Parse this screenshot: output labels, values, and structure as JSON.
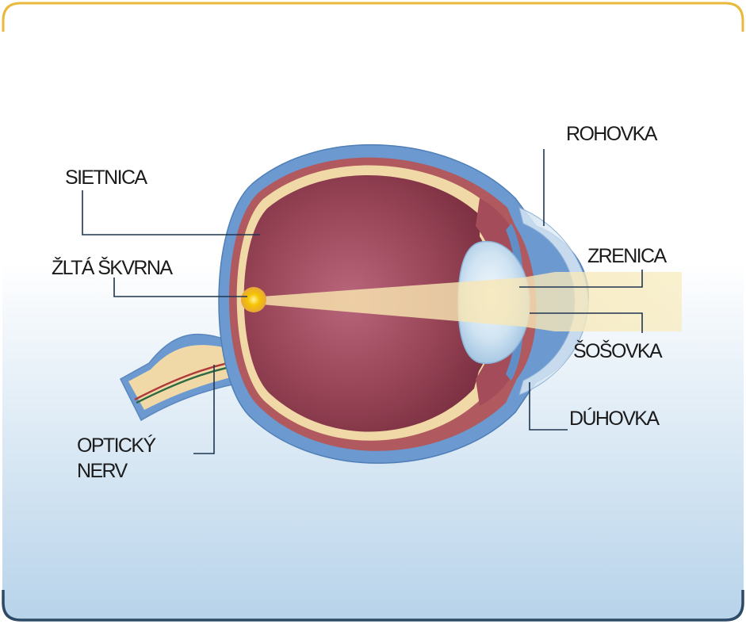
{
  "labels": {
    "rohovka": "ROHOVKA",
    "sietnica": "SIETNICA",
    "zrenica": "ZRENICA",
    "zlta_skvrna": "ŽLTÁ ŠKVRNA",
    "sosovka": "ŠOŠOVKA",
    "duhovka": "DÚHOVKA",
    "opticky_nerv_line1": "OPTICKÝ",
    "opticky_nerv_line2": "NERV"
  },
  "colors": {
    "frame_top": "#e8b93a",
    "frame_bottom": "#2d4a66",
    "background_bottom": "#b7d3ea",
    "sclera": "#6c9ad0",
    "choroid": "#b05a60",
    "retina": "#f1d9a7",
    "vitreous": "#8f3c4e",
    "lens": "#bcd7ec",
    "light_beam": "#f7e7b3",
    "macula": "#f5c400"
  }
}
